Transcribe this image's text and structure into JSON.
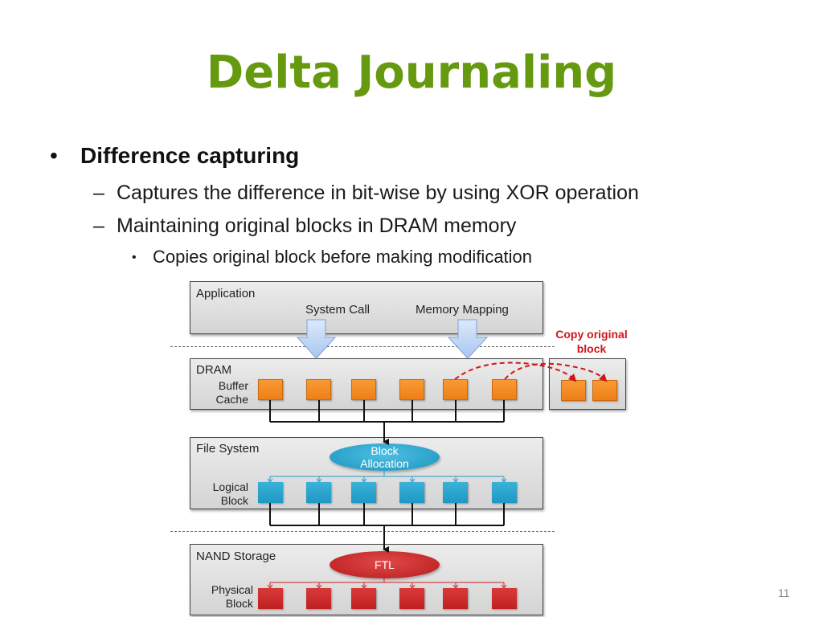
{
  "slide": {
    "title": "Delta Journaling",
    "page_number": "11",
    "bullets": {
      "level1": {
        "marker": "•",
        "text": "Difference capturing"
      },
      "level2": [
        {
          "marker": "–",
          "text": "Captures the difference in bit-wise by using XOR operation"
        },
        {
          "marker": "–",
          "text": "Maintaining original blocks in DRAM memory"
        }
      ],
      "level3": {
        "marker": "•",
        "text": "Copies original block before making modification"
      }
    }
  },
  "diagram": {
    "application": {
      "label": "Application",
      "system_call": "System Call",
      "memory_mapping": "Memory Mapping"
    },
    "annotation": {
      "line1": "Copy original",
      "line2": "block"
    },
    "dram": {
      "label": "DRAM",
      "sublabel_line1": "Buffer",
      "sublabel_line2": "Cache",
      "block_count": 6,
      "copy_block_count": 2
    },
    "file_system": {
      "label": "File System",
      "ellipse_line1": "Block",
      "ellipse_line2": "Allocation",
      "sublabel_line1": "Logical",
      "sublabel_line2": "Block",
      "block_count": 6
    },
    "nand": {
      "label": "NAND Storage",
      "ellipse": "FTL",
      "sublabel_line1": "Physical",
      "sublabel_line2": "Block",
      "block_count": 6
    },
    "colors": {
      "title_green": "#65990f",
      "orange_block": "#f28a24",
      "blue_block": "#2aa5cf",
      "red_block": "#cc2b2b",
      "annotation_red": "#d0161a",
      "arrow_blue": "#c9dcf7"
    }
  }
}
